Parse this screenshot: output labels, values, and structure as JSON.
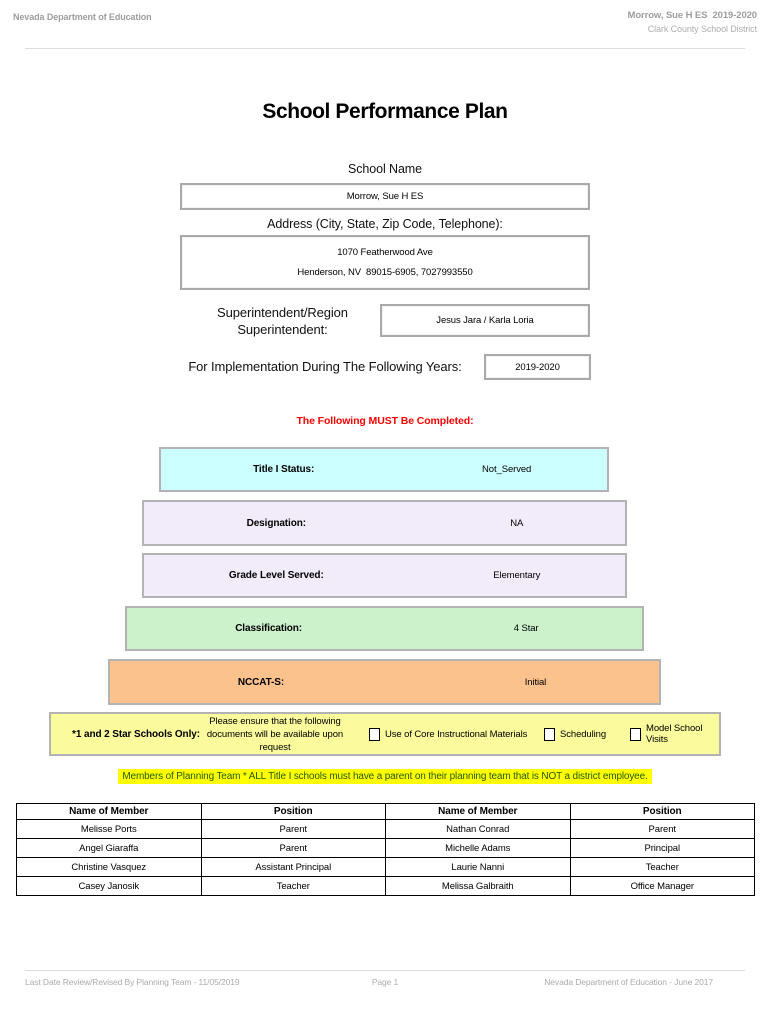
{
  "header": {
    "left": "Nevada Department of Education",
    "right_line1": "Morrow, Sue H ES  2019-2020",
    "right_line2": "Clark County School District"
  },
  "title": "School Performance Plan",
  "form": {
    "school_name_label": "School Name",
    "school_name_value": "Morrow, Sue H ES",
    "address_label": "Address (City, State, Zip Code, Telephone):",
    "address_line1": "1070 Featherwood Ave",
    "address_line2": "Henderson, NV  89015-6905, 7027993550",
    "superintendent_label": "Superintendent/Region Superintendent:",
    "superintendent_value": "Jesus Jara / Karla Loria",
    "implementation_label": "For Implementation During The Following Years:",
    "implementation_value": "2019-2020"
  },
  "must_complete_notice": "The Following MUST Be Completed:",
  "status_rows": [
    {
      "label": "Title I Status:",
      "value": "Not_Served",
      "color": "#CCFFFF"
    },
    {
      "label": "Designation:",
      "value": "NA",
      "color": "#F2EBF9"
    },
    {
      "label": "Grade Level Served:",
      "value": "Elementary",
      "color": "#F2EBF9"
    },
    {
      "label": "Classification:",
      "value": "4 Star",
      "color": "#CBF2CB"
    },
    {
      "label": "NCCAT-S:",
      "value": "Initial",
      "color": "#FBC28E"
    }
  ],
  "star_schools": {
    "label": "*1 and 2 Star Schools Only:",
    "note_line1": "Please ensure that the following",
    "note_line2": "documents will be available upon request",
    "box_color": "#FBFB9D",
    "checkboxes": [
      "Use of Core Instructional Materials",
      "Scheduling",
      "Model School Visits"
    ]
  },
  "planning_team_notice": "Members of Planning Team * ALL Title I schools must have a parent on their planning team that is NOT a district employee.",
  "members_table": {
    "headers": [
      "Name of Member",
      "Position",
      "Name of Member",
      "Position"
    ],
    "rows": [
      [
        "Melisse Ports",
        "Parent",
        "Nathan Conrad",
        "Parent"
      ],
      [
        "Angel Giaraffa",
        "Parent",
        "Michelle Adams",
        "Principal"
      ],
      [
        "Christine Vasquez",
        "Assistant Principal",
        "Laurie Nanni",
        "Teacher"
      ],
      [
        "Casey Janosik",
        "Teacher",
        "Melissa Galbraith",
        "Office Manager"
      ]
    ]
  },
  "footer": {
    "left": "Last Date Review/Revised By Planning Team - 11/05/2019",
    "center": "Page 1",
    "right": "Nevada Department of Education - June 2017"
  },
  "colors": {
    "notice_red": "#FF0000",
    "highlight_yellow": "#FFFF00",
    "planning_text_green": "#235A00"
  }
}
